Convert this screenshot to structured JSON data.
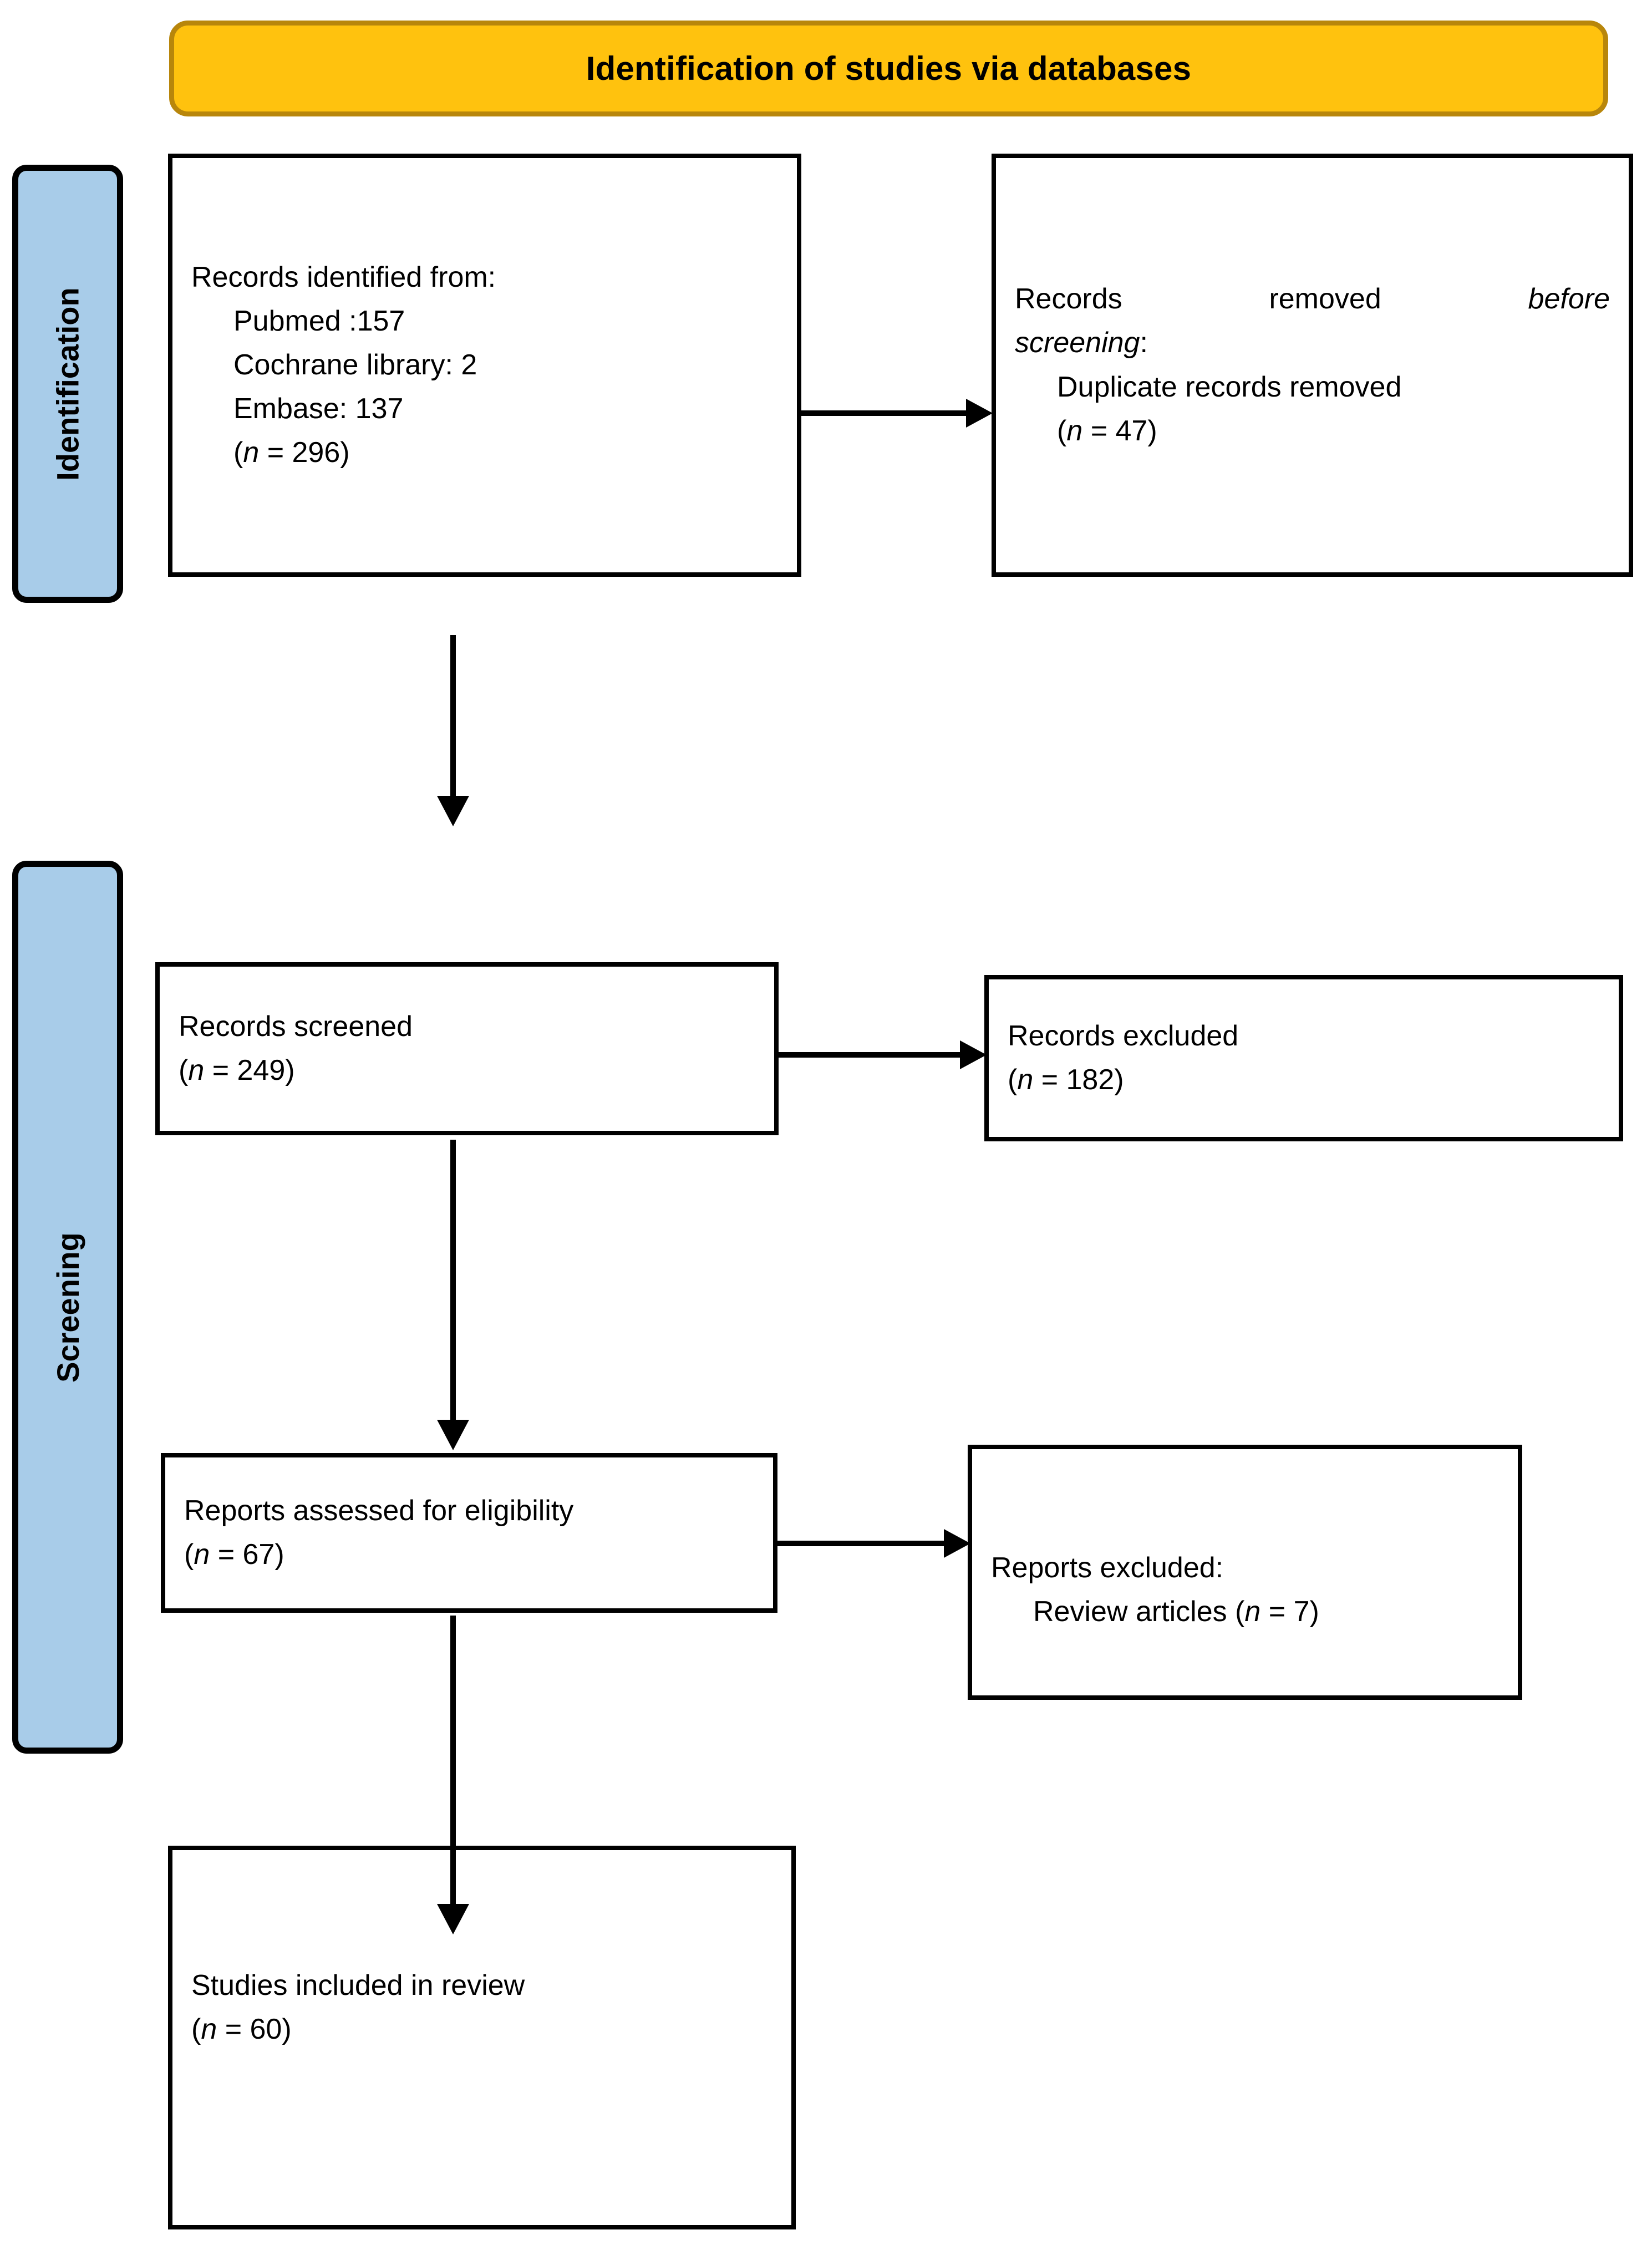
{
  "banner": {
    "title": "Identification of studies via databases",
    "fill_color": "#FFC20E",
    "border_color": "#B8860B"
  },
  "stages": [
    {
      "id": "identification",
      "label": "Identification",
      "fill_color": "#A8CCE9"
    },
    {
      "id": "screening",
      "label": "Screening",
      "fill_color": "#A8CCE9"
    }
  ],
  "boxes": {
    "identified": {
      "heading": "Records identified from:",
      "sources": [
        "Pubmed :157",
        "Cochrane library: 2",
        "Embase: 137"
      ],
      "count_prefix": "(",
      "count_italic": "n",
      "count_suffix": " = 296)"
    },
    "removed": {
      "line1_a": "Records",
      "line1_b": "removed",
      "line1_c": "before",
      "line2_italic": "screening",
      "line2_suffix": ":",
      "detail": "Duplicate records removed",
      "count_prefix": "(",
      "count_italic": "n",
      "count_suffix": " = 47)"
    },
    "screened": {
      "heading": "Records screened",
      "count_prefix": "(",
      "count_italic": "n",
      "count_suffix": " = 249)"
    },
    "records_excluded": {
      "heading": "Records excluded",
      "count_prefix": "(",
      "count_italic": "n",
      "count_suffix": " = 182)"
    },
    "eligibility": {
      "heading": "Reports assessed for eligibility",
      "count_prefix": "(",
      "count_italic": "n",
      "count_suffix": " = 67)"
    },
    "reports_excluded": {
      "heading": "Reports excluded:",
      "reason": "Review articles (",
      "reason_italic": "n",
      "reason_suffix": " = 7)"
    },
    "included": {
      "heading": "Studies included in review",
      "count_prefix": "(",
      "count_italic": "n",
      "count_suffix": " = 60)"
    }
  },
  "chart_data": {
    "type": "diagram",
    "title": "Identification of studies via databases",
    "diagram_kind": "PRISMA flow diagram",
    "stages": [
      "Identification",
      "Screening"
    ],
    "nodes": [
      {
        "id": "identified",
        "label": "Records identified from",
        "n": 296,
        "breakdown": [
          {
            "source": "Pubmed",
            "n": 157
          },
          {
            "source": "Cochrane library",
            "n": 2
          },
          {
            "source": "Embase",
            "n": 137
          }
        ]
      },
      {
        "id": "removed",
        "label": "Records removed before screening: Duplicate records removed",
        "n": 47
      },
      {
        "id": "screened",
        "label": "Records screened",
        "n": 249
      },
      {
        "id": "records_excluded",
        "label": "Records excluded",
        "n": 182
      },
      {
        "id": "eligibility",
        "label": "Reports assessed for eligibility",
        "n": 67
      },
      {
        "id": "reports_excluded",
        "label": "Reports excluded: Review articles",
        "n": 7
      },
      {
        "id": "included",
        "label": "Studies included in review",
        "n": 60
      }
    ],
    "edges": [
      {
        "from": "identified",
        "to": "removed"
      },
      {
        "from": "identified",
        "to": "screened"
      },
      {
        "from": "screened",
        "to": "records_excluded"
      },
      {
        "from": "screened",
        "to": "eligibility"
      },
      {
        "from": "eligibility",
        "to": "reports_excluded"
      },
      {
        "from": "eligibility",
        "to": "included"
      }
    ]
  }
}
